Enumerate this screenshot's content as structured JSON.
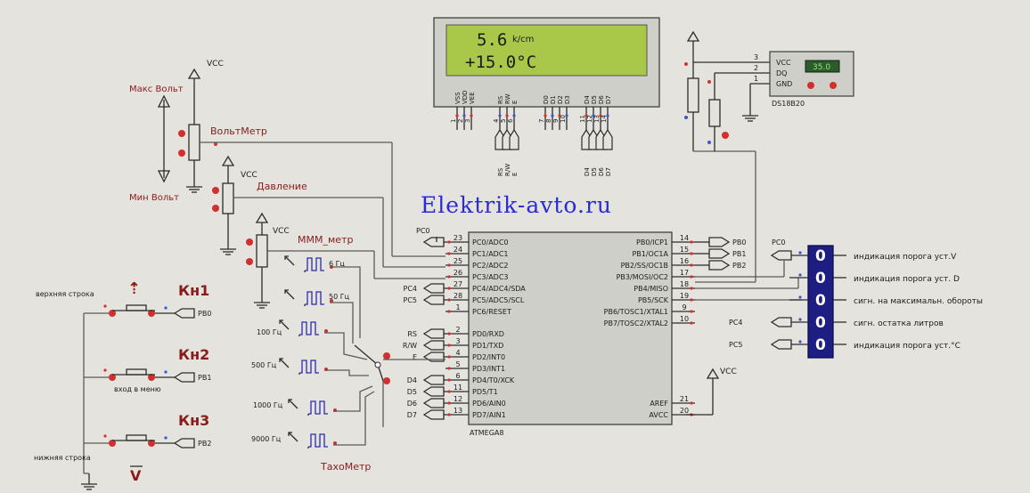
{
  "watermark": "Elektrik-avto.ru",
  "lcd": {
    "line1": "5.6",
    "line1_unit": "k/cm",
    "line2": "+15.0°C",
    "pin_names": [
      "VSS",
      "VDD",
      "VEE",
      "RS",
      "RW",
      "E",
      "D0",
      "D1",
      "D2",
      "D3",
      "D4",
      "D5",
      "D6",
      "D7"
    ],
    "pin_nums": [
      "1",
      "2",
      "3",
      "4",
      "5",
      "6",
      "7",
      "8",
      "9",
      "10",
      "11",
      "12",
      "13",
      "14"
    ],
    "net_labels": [
      "RS",
      "R/W",
      "E",
      "D4",
      "D5",
      "D6",
      "D7"
    ]
  },
  "mcu": {
    "name": "ATMEGA8",
    "left_pins": [
      {
        "name": "PC0/ADC0",
        "num": "23"
      },
      {
        "name": "PC1/ADC1",
        "num": "24"
      },
      {
        "name": "PC2/ADC2",
        "num": "25"
      },
      {
        "name": "PC3/ADC3",
        "num": "26"
      },
      {
        "name": "PC4/ADC4/SDA",
        "num": "27"
      },
      {
        "name": "PC5/ADC5/SCL",
        "num": "28"
      },
      {
        "name": "PC6/RESET",
        "num": "1"
      },
      {
        "name": "PD0/RXD",
        "num": "2"
      },
      {
        "name": "PD1/TXD",
        "num": "3"
      },
      {
        "name": "PD2/INT0",
        "num": "4"
      },
      {
        "name": "PD3/INT1",
        "num": "5"
      },
      {
        "name": "PD4/T0/XCK",
        "num": "6"
      },
      {
        "name": "PD5/T1",
        "num": "11"
      },
      {
        "name": "PD6/AIN0",
        "num": "12"
      },
      {
        "name": "PD7/AIN1",
        "num": "13"
      }
    ],
    "right_pins": [
      {
        "name": "PB0/ICP1",
        "num": "14"
      },
      {
        "name": "PB1/OC1A",
        "num": "15"
      },
      {
        "name": "PB2/SS/OC1B",
        "num": "16"
      },
      {
        "name": "PB3/MOSI/OC2",
        "num": "17"
      },
      {
        "name": "PB4/MISO",
        "num": "18"
      },
      {
        "name": "PB5/SCK",
        "num": "19"
      },
      {
        "name": "PB6/TOSC1/XTAL1",
        "num": "9"
      },
      {
        "name": "PB7/TOSC2/XTAL2",
        "num": "10"
      },
      {
        "name": "AREF",
        "num": "21"
      },
      {
        "name": "AVCC",
        "num": "20"
      }
    ],
    "left_nets": [
      "PC0",
      "PC4",
      "PC5",
      "RS",
      "R/W",
      "E",
      "D4",
      "D5",
      "D6",
      "D7"
    ],
    "right_nets": [
      "PB0",
      "PB1",
      "PB2"
    ]
  },
  "sensor": {
    "name": "DS18B20",
    "pins": [
      "VCC",
      "DQ",
      "GND"
    ],
    "pin_nums": [
      "3",
      "2",
      "1"
    ],
    "reading": "35.0"
  },
  "labels": {
    "vcc": "VCC",
    "max_volt": "Макс Вольт",
    "min_volt": "Мин Вольт",
    "voltmeter": "ВольтМетр",
    "pressure": "Давление",
    "mmm": "МММ_метр",
    "tacho": "ТахоМетр"
  },
  "frequencies": [
    "6 Гц",
    "50 Гц",
    "100 Гц",
    "500 Гц",
    "1000 Гц",
    "9000 Гц"
  ],
  "buttons": [
    {
      "name": "Кн1",
      "caption": "верхняя строка",
      "net": "PB0",
      "symbol": "⇡"
    },
    {
      "name": "Кн2",
      "caption": "вход в меню",
      "net": "PB1",
      "symbol": ""
    },
    {
      "name": "Кн3",
      "caption": "нижняя строка",
      "net": "PB2",
      "symbol": "V"
    }
  ],
  "leds": {
    "value": "0",
    "inputs": [
      "PC0",
      "",
      "",
      "PC4",
      "PC5"
    ],
    "captions": [
      "индикация порога уст.V",
      "индикация порога уст. D",
      "сигн. на максимальн. обороты",
      "сигн. остатка литров",
      "индикация порога уст.°С"
    ]
  }
}
